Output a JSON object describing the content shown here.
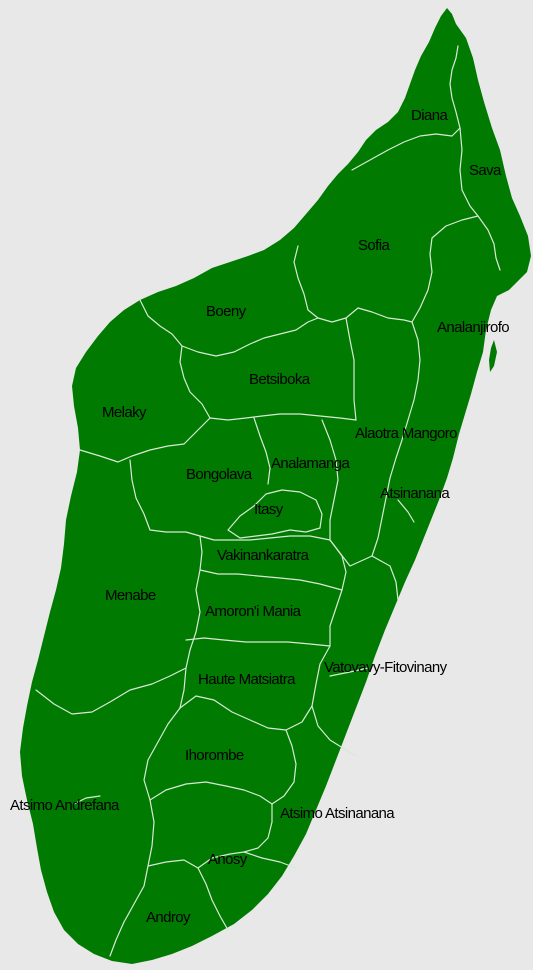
{
  "colors": {
    "background": "#e8e8e8",
    "land": "#007a00",
    "border": "#d6ead6",
    "label": "#000000"
  },
  "regions": [
    {
      "id": "diana",
      "label": "Diana"
    },
    {
      "id": "sava",
      "label": "Sava"
    },
    {
      "id": "sofia",
      "label": "Sofia"
    },
    {
      "id": "boeny",
      "label": "Boeny"
    },
    {
      "id": "analanjirofo",
      "label": "Analanjirofo"
    },
    {
      "id": "betsiboka",
      "label": "Betsiboka"
    },
    {
      "id": "melaky",
      "label": "Melaky"
    },
    {
      "id": "alaotra-mangoro",
      "label": "Alaotra Mangoro"
    },
    {
      "id": "bongolava",
      "label": "Bongolava"
    },
    {
      "id": "analamanga",
      "label": "Analamanga"
    },
    {
      "id": "atsinanana",
      "label": "Atsinanana"
    },
    {
      "id": "itasy",
      "label": "Itasy"
    },
    {
      "id": "vakinankaratra",
      "label": "Vakinankaratra"
    },
    {
      "id": "menabe",
      "label": "Menabe"
    },
    {
      "id": "amoron-i-mania",
      "label": "Amoron'i Mania"
    },
    {
      "id": "vatovavy-fitovinany",
      "label": "Vatovavy-Fitovinany"
    },
    {
      "id": "haute-matsiatra",
      "label": "Haute Matsiatra"
    },
    {
      "id": "ihorombe",
      "label": "Ihorombe"
    },
    {
      "id": "atsimo-andrefana",
      "label": "Atsimo Andrefana"
    },
    {
      "id": "atsimo-atsinanana",
      "label": "Atsimo Atsinanana"
    },
    {
      "id": "anosy",
      "label": "Anosy"
    },
    {
      "id": "androy",
      "label": "Androy"
    }
  ]
}
